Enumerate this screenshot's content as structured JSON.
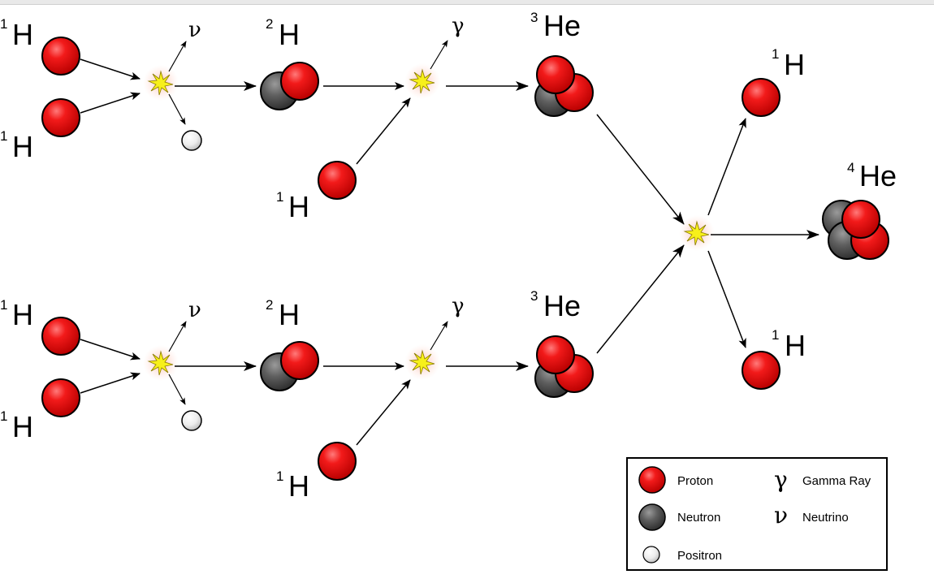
{
  "isotopes": {
    "h1": {
      "mass": "1",
      "symbol": "H"
    },
    "h2": {
      "mass": "2",
      "symbol": "H"
    },
    "he3": {
      "mass": "3",
      "symbol": "He"
    },
    "he4": {
      "mass": "4",
      "symbol": "He"
    }
  },
  "symbols": {
    "gamma": "γ",
    "nu": "ν"
  },
  "legend": {
    "proton": "Proton",
    "neutron": "Neutron",
    "positron": "Positron",
    "gamma_label": "Gamma Ray",
    "neutrino_label": "Neutrino"
  },
  "colors": {
    "proton": "#e2141b",
    "neutron": "#5a5a5a",
    "positron": "#f2f2f2",
    "burst": "#f7f01a"
  }
}
